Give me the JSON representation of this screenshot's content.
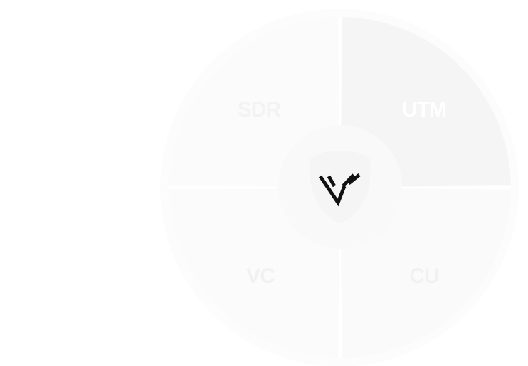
{
  "segments": [
    {
      "id": "top-left",
      "label": "SDR",
      "fill": "#fbfbfb",
      "text_color": "#f3f3f3",
      "highlight": false
    },
    {
      "id": "top-right",
      "label": "UTM",
      "fill": "#f5f5f5",
      "text_color": "#ffffff",
      "highlight": true
    },
    {
      "id": "bottom-right",
      "label": "CU",
      "fill": "#fafafa",
      "text_color": "#f1f1f1",
      "highlight": false
    },
    {
      "id": "bottom-left",
      "label": "VC",
      "fill": "#fbfbfb",
      "text_color": "#f1f1f1",
      "highlight": false
    }
  ],
  "colors": {
    "outer_ring": "#fcfcfc",
    "divider": "#ffffff",
    "hub": "#f9f9f9",
    "shield": "#f5f5f5",
    "logo": "#111111"
  },
  "logo_icon": "wv-logo-icon"
}
